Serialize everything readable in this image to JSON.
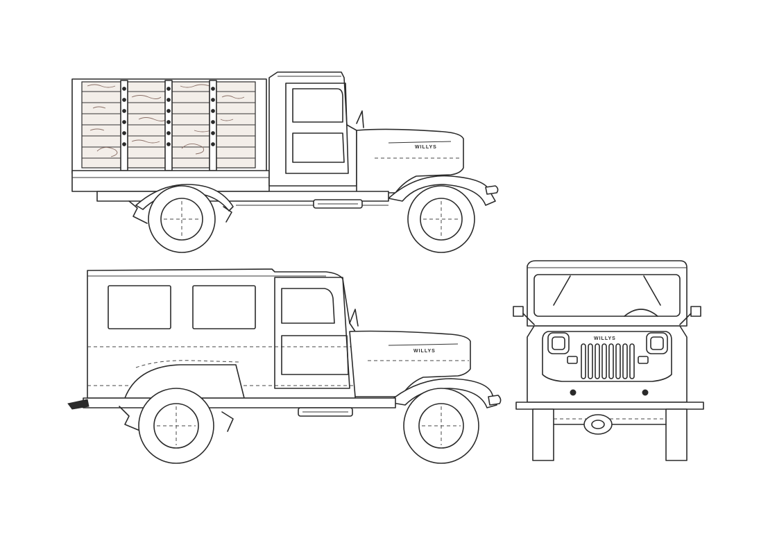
{
  "views": {
    "pickup_side": {
      "hood_badge": "WILLYS"
    },
    "wagon_side": {
      "hood_badge": "WILLYS"
    },
    "front": {
      "grille_badge": "WILLYS"
    }
  },
  "colors": {
    "line": "#2a2a2a",
    "wood": "#f3eee9",
    "grain": "#8a6f66",
    "paper": "#ffffff"
  }
}
